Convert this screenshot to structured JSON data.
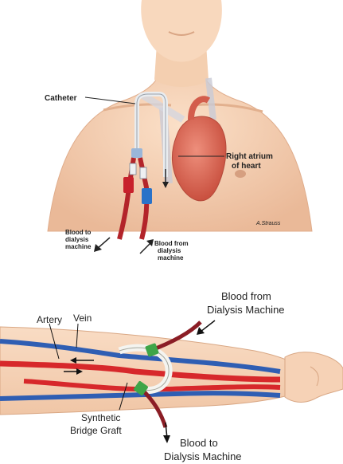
{
  "top": {
    "labels": {
      "catheter": "Catheter",
      "atrium_1": "Right atrium",
      "atrium_2": "of heart",
      "to_1": "Blood to",
      "to_2": "dialysis",
      "to_3": "machine",
      "from_1": "Blood from",
      "from_2": "dialysis",
      "from_3": "machine",
      "signature": "A.Strauss"
    }
  },
  "bottom": {
    "labels": {
      "artery": "Artery",
      "vein": "Vein",
      "from_1": "Blood from",
      "from_2": "Dialysis Machine",
      "graft_1": "Synthetic",
      "graft_2": "Bridge Graft",
      "to_1": "Blood to",
      "to_2": "Dialysis Machine"
    }
  },
  "colors": {
    "skin": "#f6d4b7",
    "skin_shadow": "#e6b596",
    "artery_red": "#d7282b",
    "vein_blue": "#2f5eb3",
    "catheter_red": "#b3242a",
    "clamp_green": "#3fa548",
    "heart": "#d96a5b"
  }
}
